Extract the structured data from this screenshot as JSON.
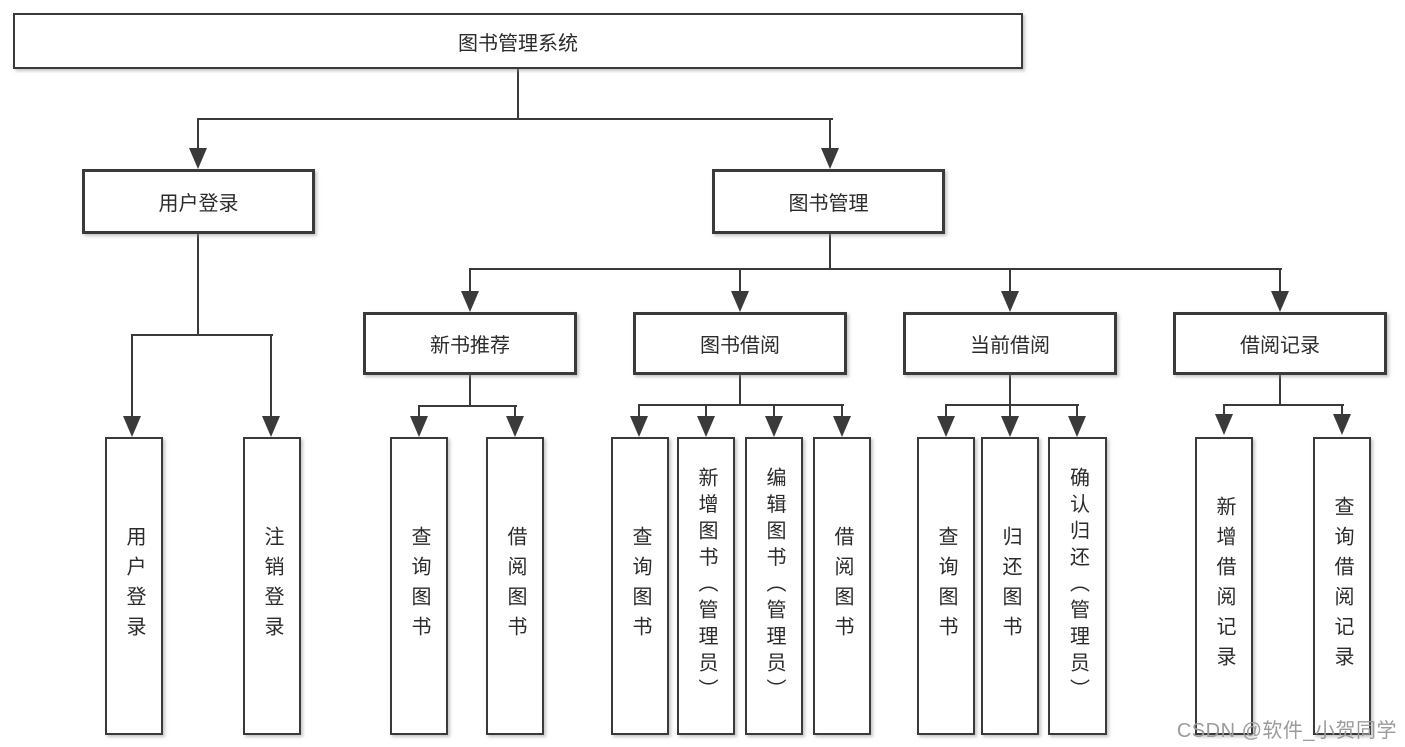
{
  "diagram": {
    "watermark": "CSDN @软件_小贺同学",
    "colors": {
      "line": "#3a3a3a",
      "text": "#2b2b2b",
      "background": "#ffffff",
      "watermark": "#9b9b9b"
    },
    "tree": {
      "label": "图书管理系统",
      "children": [
        {
          "label": "用户登录",
          "children": [
            {
              "label": "用户登录"
            },
            {
              "label": "注销登录"
            }
          ]
        },
        {
          "label": "图书管理",
          "children": [
            {
              "label": "新书推荐",
              "children": [
                {
                  "label": "查询图书"
                },
                {
                  "label": "借阅图书"
                }
              ]
            },
            {
              "label": "图书借阅",
              "children": [
                {
                  "label": "查询图书"
                },
                {
                  "label": "新增图书（管理员）"
                },
                {
                  "label": "编辑图书（管理员）"
                },
                {
                  "label": "借阅图书"
                }
              ]
            },
            {
              "label": "当前借阅",
              "children": [
                {
                  "label": "查询图书"
                },
                {
                  "label": "归还图书"
                },
                {
                  "label": "确认归还（管理员）"
                }
              ]
            },
            {
              "label": "借阅记录",
              "children": [
                {
                  "label": "新增借阅记录"
                },
                {
                  "label": "查询借阅记录"
                }
              ]
            }
          ]
        }
      ]
    }
  }
}
